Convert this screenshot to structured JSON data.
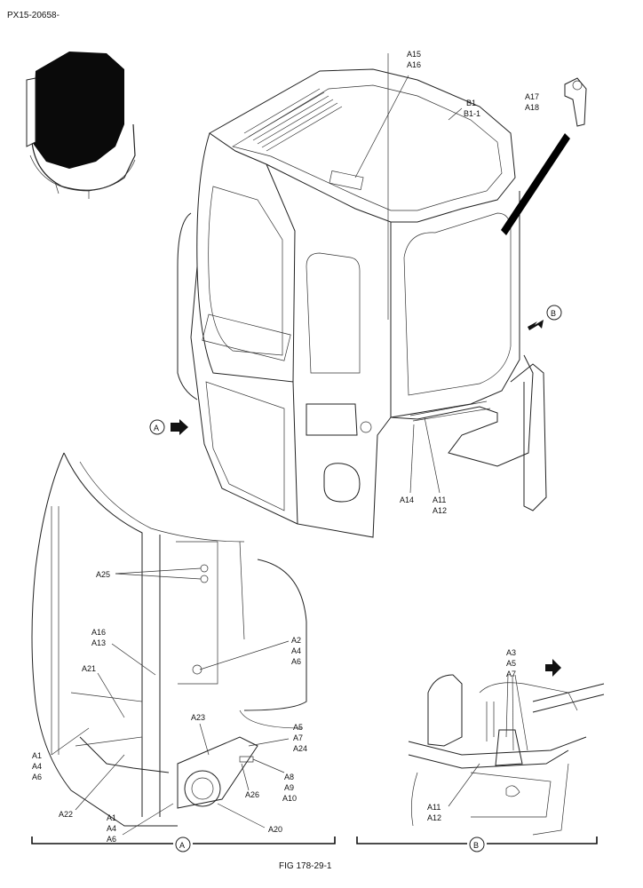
{
  "doc_id": "PX15-20658-",
  "figure_caption": "FIG 178-29-1",
  "views": {
    "a": "A",
    "b": "B"
  },
  "labels": {
    "a15": "A15",
    "a16": "A16",
    "b1": "B1",
    "b1_1": "B1-1",
    "a17": "A17",
    "a18": "A18",
    "a14": "A14",
    "a11": "A11",
    "a12": "A12",
    "a25": "A25",
    "a16b": "A16",
    "a13": "A13",
    "a21": "A21",
    "a2": "A2",
    "a4a": "A4",
    "a6a": "A6",
    "a1a": "A1",
    "a4b": "A4",
    "a6b": "A6",
    "a23": "A23",
    "a5a": "A5",
    "a7a": "A7",
    "a24": "A24",
    "a8": "A8",
    "a9": "A9",
    "a10": "A10",
    "a22": "A22",
    "a26": "A26",
    "a1b": "A1",
    "a4c": "A4",
    "a6c": "A6",
    "a20": "A20",
    "a3": "A3",
    "a5b": "A5",
    "a7b": "A7",
    "a11b": "A11",
    "a12b": "A12"
  },
  "icons": [
    "cab-thumbnail-icon",
    "arrow-right-icon",
    "arrow-left-icon"
  ]
}
